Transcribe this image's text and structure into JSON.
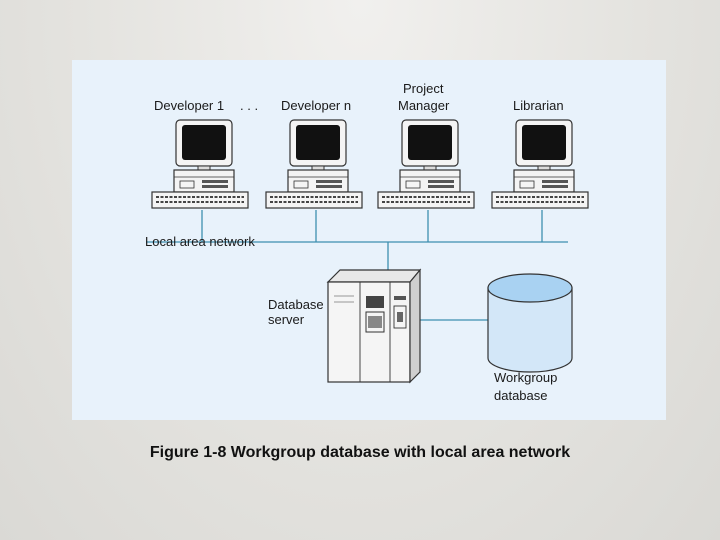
{
  "labels": {
    "developer1": "Developer 1",
    "ellipsis": ". . .",
    "developern": "Developer n",
    "pm_line1": "Project",
    "pm_line2": "Manager",
    "librarian": "Librarian",
    "lan": "Local area network",
    "server_line1": "Database",
    "server_line2": "server",
    "db_line1": "Workgroup",
    "db_line2": "database"
  },
  "caption": "Figure 1-8 Workgroup database with local area network",
  "colors": {
    "panel": "#e8f2fb",
    "network_line": "#3d8fb0",
    "database_fill": "#d3e7f8",
    "database_top": "#a9d2f2"
  }
}
